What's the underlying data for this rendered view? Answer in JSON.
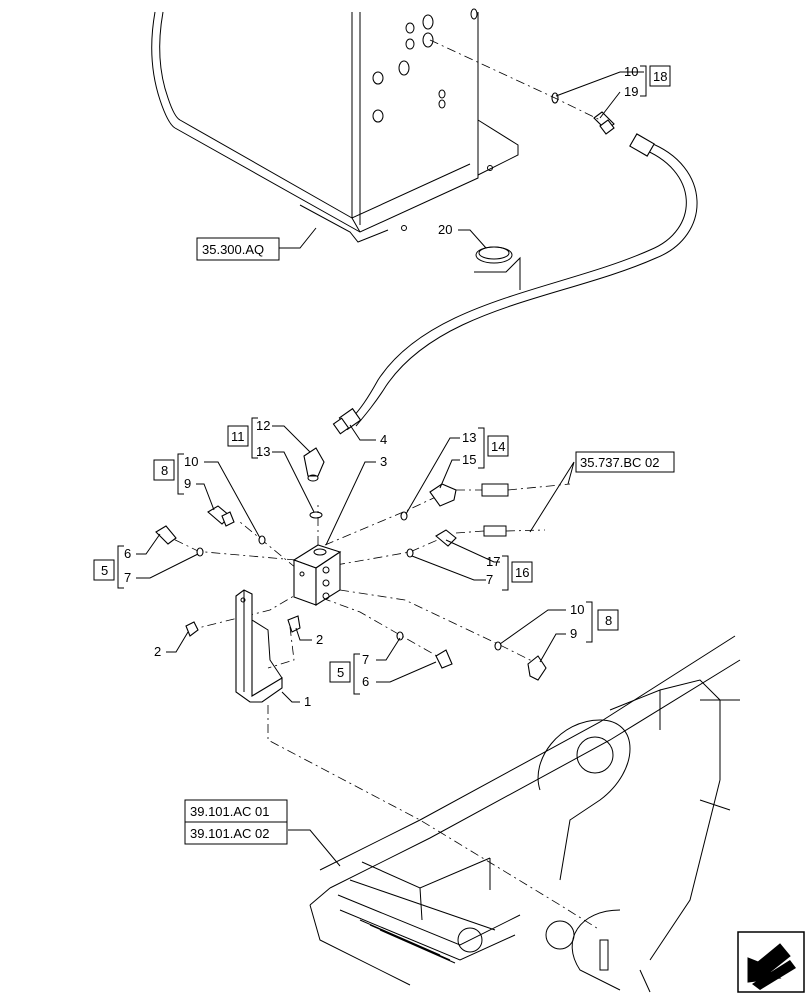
{
  "references": {
    "tank": "35.300.AQ",
    "lines": "35.737.BC 02",
    "frame_1": "39.101.AC 01",
    "frame_2": "39.101.AC 02"
  },
  "callouts": {
    "c1": "1",
    "c2a": "2",
    "c2b": "2",
    "c3": "3",
    "c4": "4",
    "c5a": "5",
    "c5b": "5",
    "c6a": "6",
    "c6b": "6",
    "c7a": "7",
    "c7b": "7",
    "c7c": "7",
    "c8a": "8",
    "c8b": "8",
    "c9a": "9",
    "c9b": "9",
    "c9c": "19",
    "c10a": "10",
    "c10b": "10",
    "c10c": "10",
    "c11": "11",
    "c12": "12",
    "c13a": "13",
    "c13b": "13",
    "c14": "14",
    "c15": "15",
    "c16": "16",
    "c17": "17",
    "c18": "18",
    "c20": "20"
  },
  "icons": {
    "nav_arrow": "next-page-arrow-icon"
  }
}
